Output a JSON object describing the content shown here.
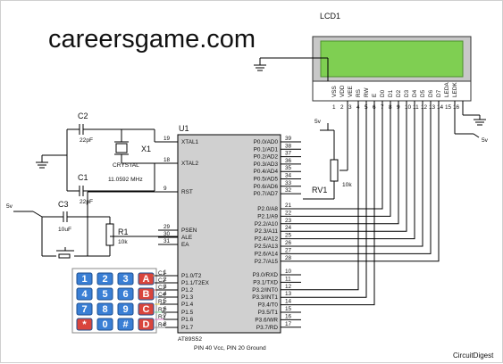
{
  "watermark": "careersgame.com",
  "brand": "CircuitDigest",
  "backlight_supply": "5v",
  "lcd": {
    "ref": "LCD1",
    "pins": [
      {
        "name": "VSS",
        "num": "1"
      },
      {
        "name": "VDD",
        "num": "2"
      },
      {
        "name": "VEE",
        "num": "3"
      },
      {
        "name": "RS",
        "num": "4"
      },
      {
        "name": "RW",
        "num": "5"
      },
      {
        "name": "E",
        "num": "6"
      },
      {
        "name": "D0",
        "num": "7"
      },
      {
        "name": "D1",
        "num": "8"
      },
      {
        "name": "D2",
        "num": "9"
      },
      {
        "name": "D3",
        "num": "10"
      },
      {
        "name": "D4",
        "num": "11"
      },
      {
        "name": "D5",
        "num": "12"
      },
      {
        "name": "D6",
        "num": "13"
      },
      {
        "name": "D7",
        "num": "14"
      },
      {
        "name": "LEDA",
        "num": "15"
      },
      {
        "name": "LEDK",
        "num": "16"
      }
    ]
  },
  "rv1": {
    "ref": "RV1",
    "value": "10k",
    "supply": "5v"
  },
  "u1": {
    "ref": "U1",
    "part": "AT89S52",
    "power_note": "PIN 40 Vcc, PIN 20 Ground",
    "left_pins": [
      {
        "name": "XTAL1",
        "num": "19"
      },
      {
        "name": "XTAL2",
        "num": "18"
      },
      {
        "name": "RST",
        "num": "9"
      },
      {
        "name": "PSEN",
        "num": "29"
      },
      {
        "name": "ALE",
        "num": "30"
      },
      {
        "name": "EA",
        "num": "31"
      },
      {
        "name": "P1.0/T2",
        "num": "1"
      },
      {
        "name": "P1.1/T2EX",
        "num": "2"
      },
      {
        "name": "P1.2",
        "num": "3"
      },
      {
        "name": "P1.3",
        "num": "4"
      },
      {
        "name": "P1.4",
        "num": "5"
      },
      {
        "name": "P1.5",
        "num": "6"
      },
      {
        "name": "P1.6",
        "num": "7"
      },
      {
        "name": "P1.7",
        "num": "8"
      }
    ],
    "right_pins": [
      {
        "name": "P0.0/AD0",
        "num": "39"
      },
      {
        "name": "P0.1/AD1",
        "num": "38"
      },
      {
        "name": "P0.2/AD2",
        "num": "37"
      },
      {
        "name": "P0.3/AD3",
        "num": "36"
      },
      {
        "name": "P0.4/AD4",
        "num": "35"
      },
      {
        "name": "P0.5/AD5",
        "num": "34"
      },
      {
        "name": "P0.6/AD6",
        "num": "33"
      },
      {
        "name": "P0.7/AD7",
        "num": "32"
      },
      {
        "name": "P2.0/A8",
        "num": "21"
      },
      {
        "name": "P2.1/A9",
        "num": "22"
      },
      {
        "name": "P2.2/A10",
        "num": "23"
      },
      {
        "name": "P2.3/A11",
        "num": "24"
      },
      {
        "name": "P2.4/A12",
        "num": "25"
      },
      {
        "name": "P2.5/A13",
        "num": "26"
      },
      {
        "name": "P2.6/A14",
        "num": "27"
      },
      {
        "name": "P2.7/A15",
        "num": "28"
      },
      {
        "name": "P3.0/RXD",
        "num": "10"
      },
      {
        "name": "P3.1/TXD",
        "num": "11"
      },
      {
        "name": "P3.2/INT0",
        "num": "12"
      },
      {
        "name": "P3.3/INT1",
        "num": "13"
      },
      {
        "name": "P3.4/T0",
        "num": "14"
      },
      {
        "name": "P3.5/T1",
        "num": "15"
      },
      {
        "name": "P3.6/WR",
        "num": "16"
      },
      {
        "name": "P3.7/RD",
        "num": "17"
      }
    ]
  },
  "c1": {
    "ref": "C1",
    "value": "22pF"
  },
  "c2": {
    "ref": "C2",
    "value": "22pF"
  },
  "x1": {
    "ref": "X1",
    "type": "CRYSTAL",
    "freq": "11.0592 MHz"
  },
  "c3": {
    "ref": "C3",
    "value": "10uF"
  },
  "r1": {
    "ref": "R1",
    "value": "10k"
  },
  "reset": {
    "supply": "5v"
  },
  "keypad": {
    "keys": [
      [
        "1",
        "2",
        "3",
        "A"
      ],
      [
        "4",
        "5",
        "6",
        "B"
      ],
      [
        "7",
        "8",
        "9",
        "C"
      ],
      [
        "*",
        "0",
        "#",
        "D"
      ]
    ],
    "line_labels": [
      "C1",
      "C2",
      "C3",
      "C4",
      "R1",
      "R2",
      "R3",
      "R4"
    ],
    "colors": {
      "digit": "#3a7fd5",
      "letter": "#d9453c",
      "key_border": "#1d4f8f"
    }
  }
}
